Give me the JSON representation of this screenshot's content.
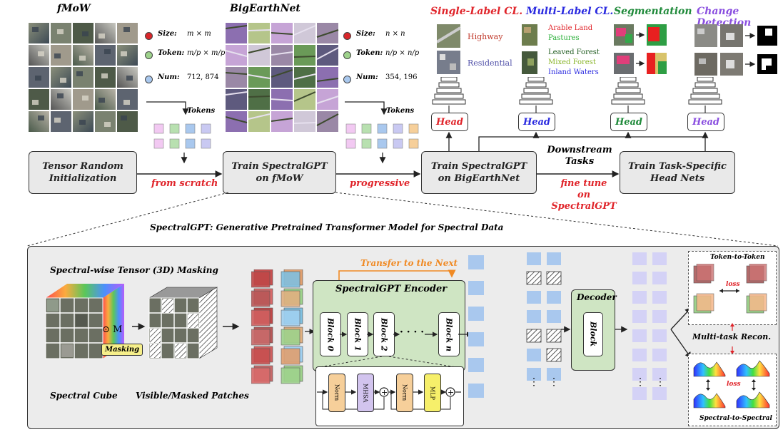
{
  "datasets": {
    "fmow": {
      "title": "fMoW",
      "size_label": "Size:",
      "size_value": "m × m",
      "token_label": "Token:",
      "token_value": "m/p × m/p",
      "num_label": "Num:",
      "num_value": "712, 874",
      "tokens": "Tokens"
    },
    "bigearth": {
      "title": "BigEarthNet",
      "size_label": "Size:",
      "size_value": "n × n",
      "token_label": "Token:",
      "token_value": "n/p × n/p",
      "num_label": "Num:",
      "num_value": "354, 196",
      "tokens": "Tokens"
    }
  },
  "tasks": {
    "single_label": {
      "title": "Single-Label CL.",
      "items": [
        "Highway",
        "Residential"
      ]
    },
    "multi_label": {
      "title": "Multi-Label CL.",
      "items": [
        "Arable Land",
        "Pastures",
        "Leaved Forest",
        "Mixed Forest",
        "Inland Waters"
      ]
    },
    "segmentation": {
      "title": "Segmentation"
    },
    "change_detection": {
      "title": "Change Detection"
    },
    "head_label": "Head"
  },
  "pipeline": {
    "init": "Tensor Random\nInitialization",
    "train_fmow": "Train SpectralGPT\non fMoW",
    "train_bigearth": "Train SpectralGPT\non BigEarthNet",
    "train_heads": "Train Task-Specific\nHead Nets",
    "from_scratch": "from scratch",
    "progressive": "progressive",
    "fine_tune": "fine tune\non SpectralGPT",
    "downstream": "Downstream\nTasks"
  },
  "model": {
    "caption": "SpectralGPT: Generative Pretrained Transformer Model for Spectral Data",
    "masking_title": "Spectral-wise Tensor (3D) Masking",
    "odot_m": "⊙ M",
    "masking_btn": "Masking",
    "spectral_cube": "Spectral Cube",
    "visible_masked": "Visible/Masked Patches",
    "transfer": "Transfer to the Next",
    "encoder_title": "SpectralGPT Encoder",
    "blocks": [
      "Block 0",
      "Block 1",
      "Block 2",
      "Block n"
    ],
    "ellipsis": "· · · ·",
    "decoder_title": "Decoder",
    "decoder_block": "Block",
    "norm": "Norm",
    "mhsa": "MHSA",
    "mlp": "MLP",
    "token_to_token": "Token-to-Token",
    "loss": "loss",
    "multitask": "Multi-task Recon.",
    "spectral_to_spectral": "Spectral-to-Spectral",
    "vdots": "⋮"
  },
  "colors": {
    "red": "#e0242a",
    "blue": "#2a2ae0",
    "green": "#1f8a3a",
    "purple": "#8a4fe0",
    "orange": "#f08a24",
    "token_blue": "#a9c8ee",
    "panel": "#ececec",
    "encoder": "#cfe5c3"
  }
}
